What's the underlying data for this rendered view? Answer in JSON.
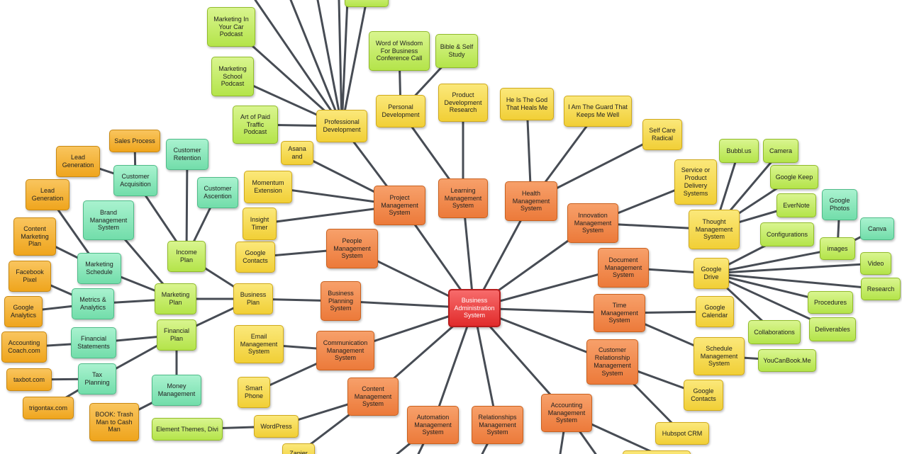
{
  "nodes": {
    "center": "Business Administration System",
    "professional_dev": "Professional Development",
    "marketing_car": "Marketing In Your Car Podcast",
    "marketing_school": "Marketing School Podcast",
    "paid_traffic": "Art of Paid Traffic Podcast",
    "asana": "Asana and",
    "word_wisdom": "Word of Wisdom For Business Conference Call",
    "bible": "Bible & Self Study",
    "personal_dev": "Personal Development",
    "product_dev": "Product Development Research",
    "god_heals": "He Is The God That Heals Me",
    "guard": "I Am The Guard That  Keeps Me Well",
    "self_care": "Self Care Radical",
    "learning": "Learning Management System",
    "health": "Health Management System",
    "project": "Project Management System",
    "momentum": "Momentum Extension",
    "insight": "Insight Timer",
    "google_contacts_l": "Google Contacts",
    "people": "People Management System",
    "service_delivery": "Service or Product Delivery Systems",
    "bubbl": "Bubbl.us",
    "camera": "Camera",
    "google_keep": "Google Keep",
    "evernote": "EverNote",
    "thought": "Thought Management System",
    "google_photos": "Google Photos",
    "canva": "Canva",
    "innovation": "Innovation Management System",
    "configurations": "Configurations",
    "images": "images",
    "video": "Video",
    "research": "Research",
    "document": "Document Management System",
    "google_drive": "Google Drive",
    "procedures": "Procedures",
    "deliverables": "Deliverables",
    "collaborations": "Collaborations",
    "time": "Time Management System",
    "google_calendar": "Google Calendar",
    "crm": "Customer Relationship Management System",
    "schedule": "Schedule Management System",
    "youcanbook": "YouCanBook.Me",
    "google_contacts_r": "Google Contacts",
    "hubspot": "Hubspot  CRM",
    "accounting": "Accounting Management System",
    "relationships": "Relationships Management System",
    "automation": "Automation Management System",
    "content": "Content Management System",
    "wordpress": "WordPress",
    "element_themes": "Element Themes, Divi",
    "zapier": "Zapier",
    "communication": "Communication Management System",
    "email": "Email Management System",
    "smartphone": "Smart Phone",
    "bp_system": "Business Planning System",
    "business_plan": "Business Plan",
    "income_plan": "Income Plan",
    "cust_retention": "Customer Retention",
    "cust_ascention": "Customer Ascention",
    "cust_acquisition": "Customer Acquisition",
    "sales_process": "Sales Process",
    "lead_gen1": "Lead Generation",
    "lead_gen2": "Lead Generation",
    "brand": "Brand Management System",
    "content_mkt": "Content Marketing Plan",
    "marketing_schedule": "Marketing Schedule",
    "marketing_plan": "Marketing Plan",
    "fb_pixel": "Facebook Pixel",
    "metrics": "Metrics & Analytics",
    "google_analytics": "Google Analytics",
    "financial_plan": "Financial Plan",
    "fin_statements": "Financial Statements",
    "accounting_coach": "Accounting Coach.com",
    "tax_planning": "Tax Planning",
    "taxbot": "taxbot.com",
    "trigontax": "trigontax.com",
    "money_mgmt": "Money Management",
    "book_trash": "BOOK: Trash Man to Cash  Man"
  }
}
